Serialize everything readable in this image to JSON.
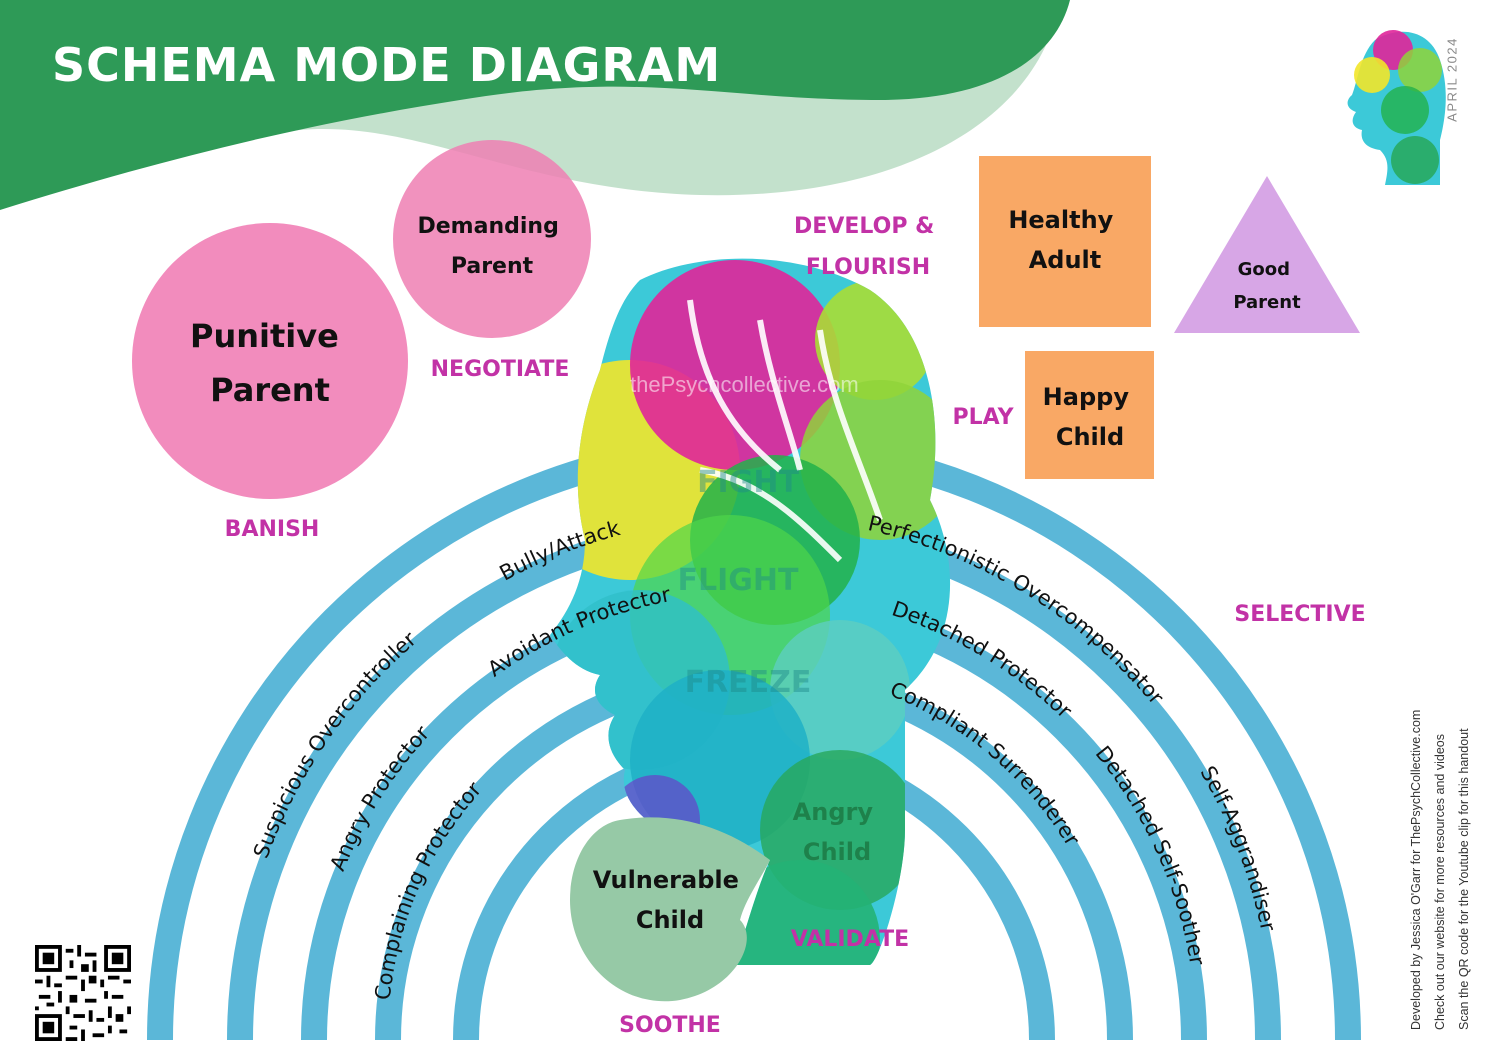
{
  "header": {
    "title": "SCHEMA MODE DIAGRAM",
    "date": "APRIL 2024"
  },
  "watermark": "thePsychcollective.com",
  "colors": {
    "header_green": "#2e9a57",
    "header_light": "#bfe0c8",
    "pink": "#f28cbd",
    "orange": "#f9a865",
    "lilac": "#d7a6e6",
    "arch_blue": "#5bb7d8",
    "magenta_text": "#c232a6",
    "vulnerable_green": "#96c9a6"
  },
  "modes": {
    "punitive_parent": "Punitive Parent",
    "demanding_parent": "Demanding Parent",
    "healthy_adult": "Healthy Adult",
    "good_parent": "Good Parent",
    "happy_child": "Happy Child",
    "angry_child": "Angry Child",
    "vulnerable_child": "Vulnerable Child"
  },
  "actions": {
    "banish": "BANISH",
    "negotiate": "NEGOTIATE",
    "develop_flourish": "DEVELOP & FLOURISH",
    "play": "PLAY",
    "selective": "SELECTIVE",
    "validate": "VALIDATE",
    "soothe": "SOOTHE"
  },
  "responses": {
    "fight": "FIGHT",
    "flight": "FLIGHT",
    "freeze": "FREEZE"
  },
  "coping_modes": {
    "suspicious_overcontroller": "Suspicious Overcontroller",
    "bully_attack": "Bully/Attack",
    "perfectionistic_overcompensator": "Perfectionistic Overcompensator",
    "self_aggrandiser": "Self-Aggrandiser",
    "angry_protector": "Angry Protector",
    "avoidant_protector": "Avoidant Protector",
    "detached_protector": "Detached Protector",
    "detached_self_soother": "Detached Self-Soother",
    "complaining_protector": "Complaining Protector",
    "compliant_surrenderer": "Compliant Surrenderer"
  },
  "credits": {
    "line1": "Developed by Jessica O'Garr for ThePsychCollective.com",
    "line2": "Check out our website for more resources and videos",
    "line3": "Scan the QR code for the Youtube clip for this handout"
  }
}
